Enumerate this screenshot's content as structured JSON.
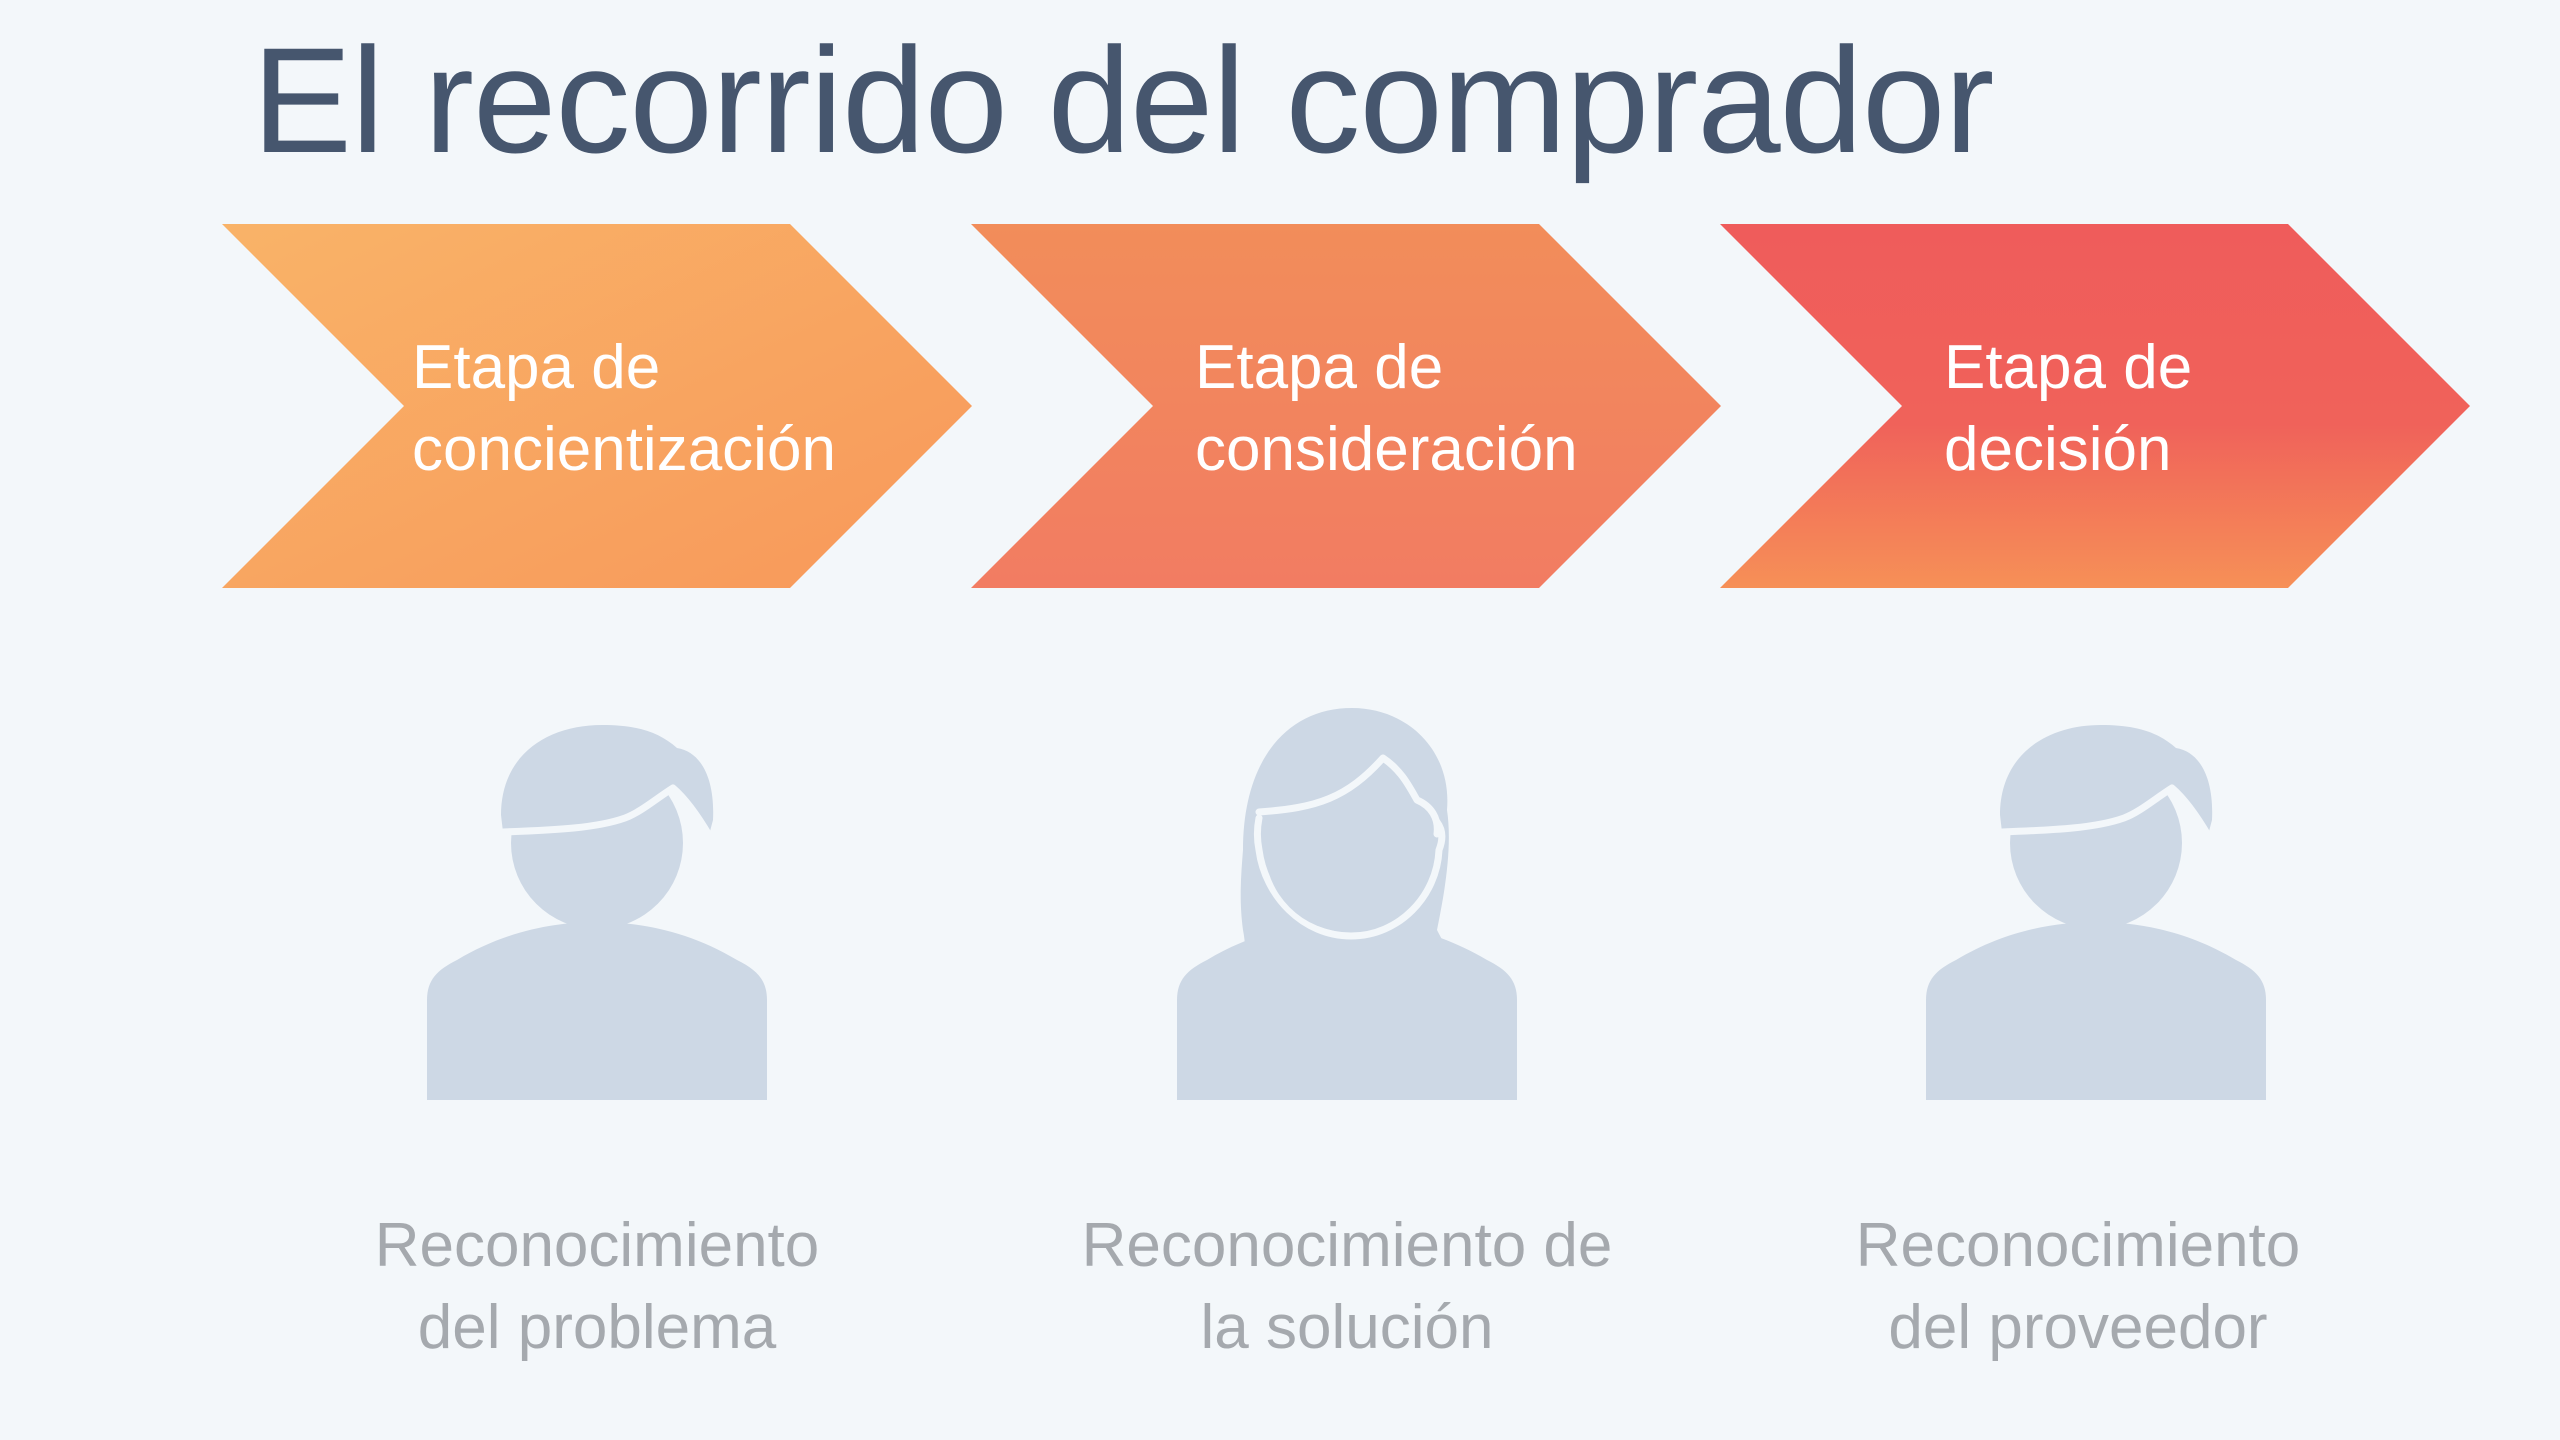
{
  "title": "El recorrido del comprador",
  "stages": [
    {
      "line1": "Etapa de",
      "line2": "concientización",
      "gradient_from": "#f9b368",
      "gradient_to": "#f8985a",
      "caption_line1": "Reconocimiento",
      "caption_line2": "del problema"
    },
    {
      "line1": "Etapa de",
      "line2": "consideración",
      "gradient_from": "#f28d5a",
      "gradient_to": "#f27c62",
      "caption_line1": "Reconocimiento de",
      "caption_line2": "la solución"
    },
    {
      "line1": "Etapa de",
      "line2": "decisión",
      "gradient_from": "#ef5c5b",
      "gradient_to": "#f69057",
      "caption_line1": "Reconocimiento",
      "caption_line2": "del proveedor"
    }
  ],
  "colors": {
    "background": "#f3f7fa",
    "title": "#46566e",
    "persona": "#cdd8e5",
    "caption": "#a5a9ae"
  },
  "personas": [
    "male-avatar-icon",
    "female-avatar-icon",
    "male-avatar-icon"
  ]
}
